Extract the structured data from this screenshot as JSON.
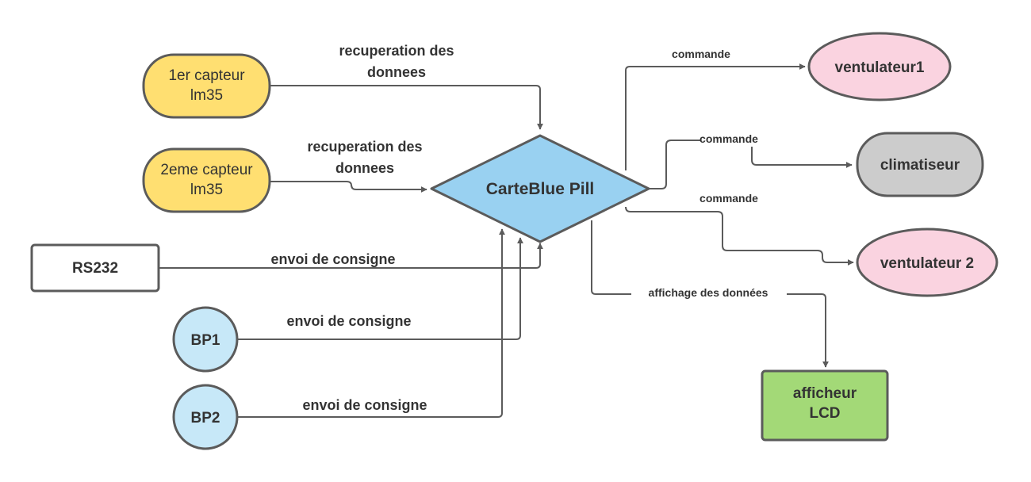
{
  "nodes": {
    "capteur1": {
      "line1": "1er capteur",
      "line2": "lm35",
      "fill": "#ffdf71"
    },
    "capteur2": {
      "line1": "2eme capteur",
      "line2": "lm35",
      "fill": "#ffdf71"
    },
    "rs232": {
      "label": "RS232",
      "fill": "#ffffff"
    },
    "bp1": {
      "label": "BP1",
      "fill": "#c7e8f8"
    },
    "bp2": {
      "label": "BP2",
      "fill": "#c7e8f8"
    },
    "carte": {
      "label": "CarteBlue Pill",
      "fill": "#99d1f1"
    },
    "ventulateur1": {
      "label": "ventulateur1",
      "fill": "#fad3e0"
    },
    "climatiseur": {
      "label": "climatiseur",
      "fill": "#cccccc"
    },
    "ventulateur2": {
      "label": "ventulateur 2",
      "fill": "#fad3e0"
    },
    "afficheur": {
      "line1": "afficheur",
      "line2": "LCD",
      "fill": "#a3d977"
    }
  },
  "edges": {
    "capteur1": {
      "line1": "recuperation des",
      "line2": "donnees"
    },
    "capteur2": {
      "line1": "recuperation des",
      "line2": "donnees"
    },
    "rs232": {
      "label": "envoi de consigne"
    },
    "bp1": {
      "label": "envoi de consigne"
    },
    "bp2": {
      "label": "envoi de consigne"
    },
    "vent1": {
      "label": "commande"
    },
    "clim": {
      "label": "commande"
    },
    "vent2": {
      "label": "commande"
    },
    "lcd": {
      "label": "affichage des données"
    }
  },
  "colors": {
    "stroke": "#5b5b5b",
    "text": "#333333"
  }
}
